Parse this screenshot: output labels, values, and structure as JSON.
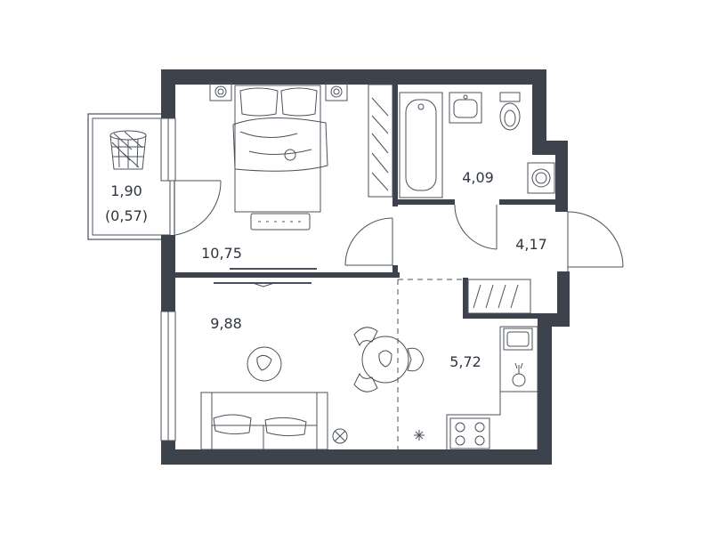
{
  "rooms": {
    "balcony": {
      "area": "1,90",
      "area_reduced": "(0,57)"
    },
    "bedroom": {
      "area": "10,75"
    },
    "bathroom": {
      "area": "4,09"
    },
    "hallway": {
      "area": "4,17"
    },
    "living_room": {
      "area": "9,88"
    },
    "kitchen": {
      "area": "5,72"
    }
  },
  "colors": {
    "wall": "#3d434c",
    "line": "#4b515a",
    "background": "#ffffff"
  }
}
